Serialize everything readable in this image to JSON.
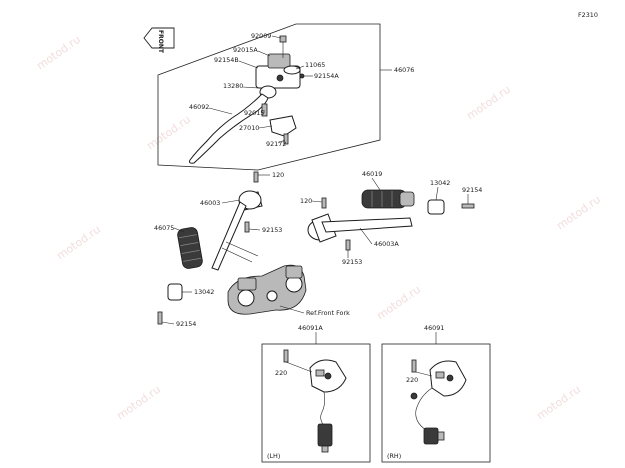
{
  "diagram_code": "F2310",
  "front_marker": "FRONT",
  "ref_note": "Ref.Front Fork",
  "side_labels": {
    "left": "(LH)",
    "right": "(RH)"
  },
  "watermark": "motod.ru",
  "parts": {
    "p92009": "92009",
    "p92015A": "92015A",
    "p92154B": "92154B",
    "p11065": "11065",
    "p92154A": "92154A",
    "p46076": "46076",
    "p13280": "13280",
    "p46092": "46092",
    "p92015": "92015",
    "p27010": "27010",
    "p92172": "92172",
    "p120a": "120",
    "p46003": "46003",
    "p46019": "46019",
    "p13042a": "13042",
    "p92154a": "92154",
    "p120b": "120",
    "p46075": "46075",
    "p92153a": "92153",
    "p46003A": "46003A",
    "p92153b": "92153",
    "p13042b": "13042",
    "p92154b": "92154",
    "p46091A": "46091A",
    "p46091": "46091",
    "p220a": "220",
    "p220b": "220"
  }
}
